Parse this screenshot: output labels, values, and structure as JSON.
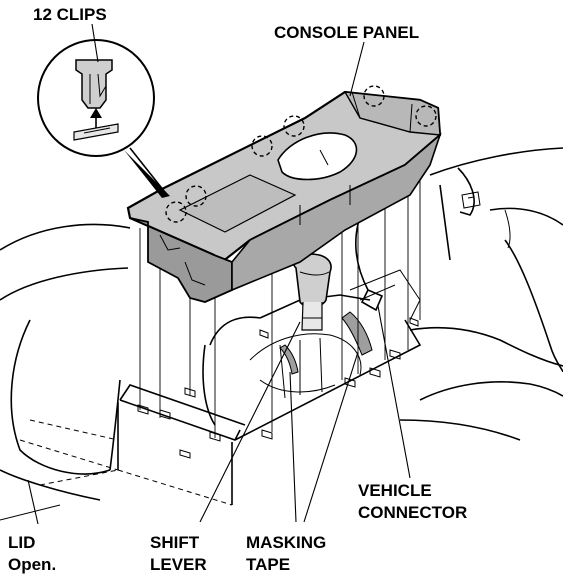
{
  "labels": {
    "clips": "12 CLIPS",
    "console_panel": "CONSOLE PANEL",
    "vehicle_connector_line1": "VEHICLE",
    "vehicle_connector_line2": "CONNECTOR",
    "lid_line1": "LID",
    "lid_line2": "Open.",
    "shift_lever_line1": "SHIFT",
    "shift_lever_line2": "LEVER",
    "masking_tape_line1": "MASKING",
    "masking_tape_line2": "TAPE"
  },
  "colors": {
    "panel_fill": "#c8c8c8",
    "panel_dark": "#9a9a9a",
    "line": "#000000",
    "background": "#ffffff"
  }
}
